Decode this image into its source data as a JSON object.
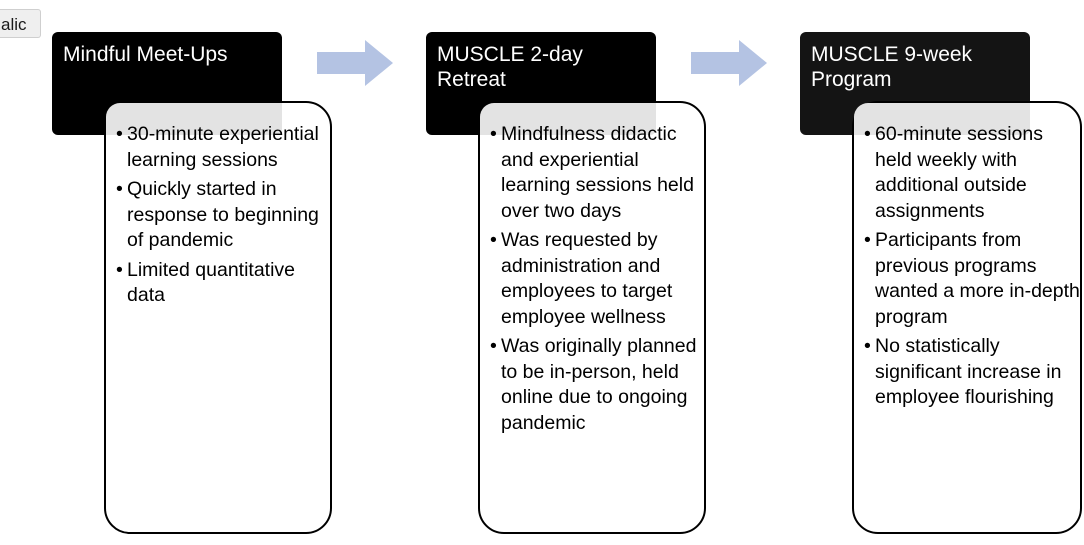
{
  "corner_tag": {
    "text": "alic"
  },
  "arrow_color": "#b4c3e3",
  "stages": [
    {
      "title": "Mindful Meet-Ups",
      "points": [
        "30-minute experiential learning sessions",
        "Quickly started in response to beginning of pandemic",
        "Limited quantitative data"
      ]
    },
    {
      "title": "MUSCLE 2-day Retreat",
      "points": [
        "Mindfulness didactic and experiential learning sessions held over two days",
        "Was requested by administration and employees to target employee wellness",
        "Was originally planned to be in-person, held online due to ongoing pandemic"
      ]
    },
    {
      "title": "MUSCLE 9-week Program",
      "points": [
        "60-minute sessions held weekly with additional outside assignments",
        "Participants from previous programs wanted a more in-depth program",
        "No statistically significant increase in employee flourishing"
      ]
    }
  ]
}
